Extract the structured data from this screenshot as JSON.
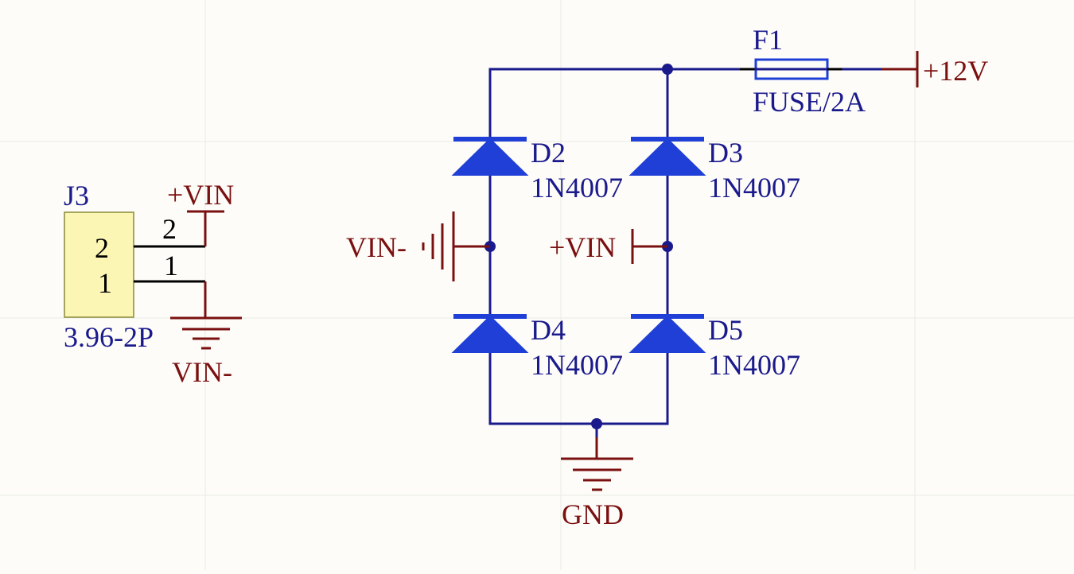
{
  "colors": {
    "background": "#fdfcf8",
    "wire": "#1a1a8c",
    "component_fill": "#1f3fd6",
    "power_symbol": "#7a1010",
    "connector_fill": "#fbf6b4"
  },
  "connector": {
    "designator": "J3",
    "footprint": "3.96-2P",
    "pin_numbers_inside": [
      "2",
      "1"
    ],
    "pin_numbers_on_wires": [
      "2",
      "1"
    ]
  },
  "power_ports": {
    "vin_plus_connector": "+VIN",
    "vin_minus_connector": "VIN-",
    "vin_minus_bridge": "VIN-",
    "vin_plus_bridge": "+VIN",
    "gnd": "GND",
    "output_12v": "+12V"
  },
  "fuse": {
    "designator": "F1",
    "value": "FUSE/2A"
  },
  "diodes": [
    {
      "designator": "D2",
      "part": "1N4007"
    },
    {
      "designator": "D3",
      "part": "1N4007"
    },
    {
      "designator": "D4",
      "part": "1N4007"
    },
    {
      "designator": "D5",
      "part": "1N4007"
    }
  ]
}
